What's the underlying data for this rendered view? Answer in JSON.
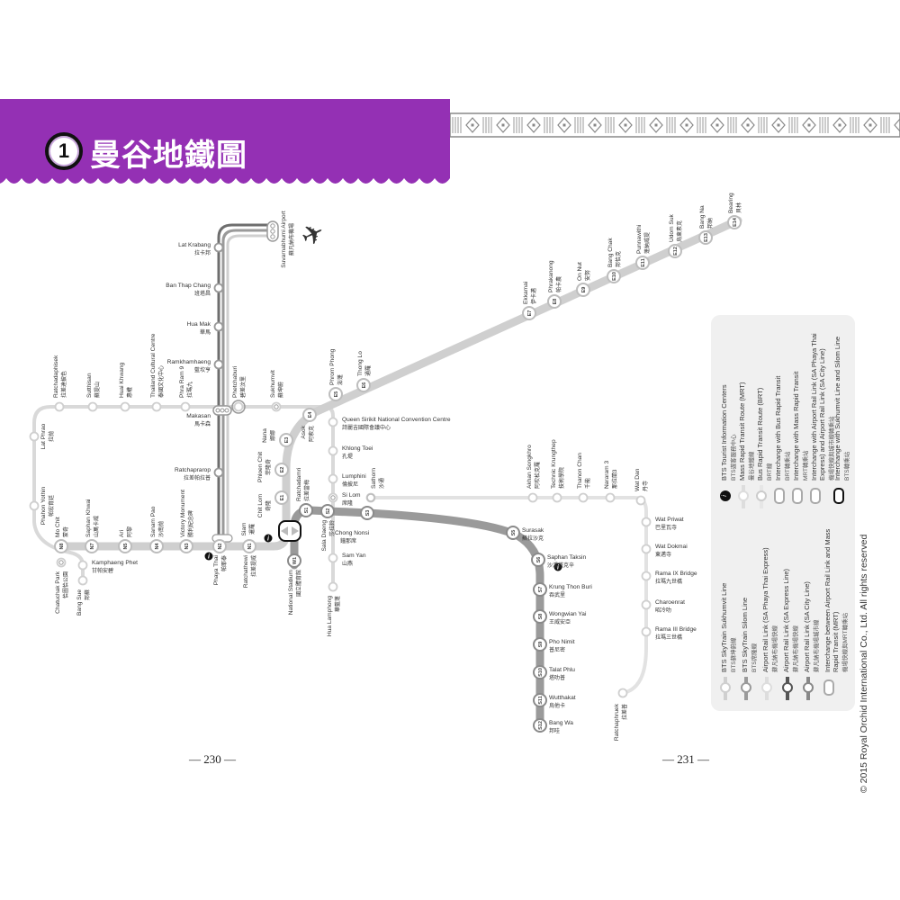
{
  "header": {
    "chapter_number": "1",
    "title": "曼谷地鐵圖",
    "accent_color": "#9430b4"
  },
  "pages": {
    "left": "— 230 —",
    "right": "— 231 —"
  },
  "lines": {
    "sukhumvit": {
      "color": "#cfcfcf",
      "stations": [
        {
          "id": "mo_chit",
          "code": "N8",
          "en": "Mo Chit",
          "zh": "蒙奇"
        },
        {
          "id": "saphan_khwai",
          "code": "N7",
          "en": "Saphan Khwai",
          "zh": "山萬卡威"
        },
        {
          "id": "ari",
          "code": "N5",
          "en": "Ari",
          "zh": "阿黎"
        },
        {
          "id": "sanam_pao",
          "code": "N4",
          "en": "Sanam Pao",
          "zh": "沙南抛"
        },
        {
          "id": "victory_monument",
          "code": "N3",
          "en": "Victory Monument",
          "zh": "勝利紀念碑"
        },
        {
          "id": "phaya_thai",
          "code": "N2",
          "en": "Phaya Thai",
          "zh": "帕耶泰"
        },
        {
          "id": "ratchathewi",
          "code": "N1",
          "en": "Ratchathewi",
          "zh": "拉差提威"
        },
        {
          "id": "siam",
          "code": "",
          "en": "Siam",
          "zh": "暹羅"
        },
        {
          "id": "chit_lom",
          "code": "E1",
          "en": "Chit Lom",
          "zh": "奇隆"
        },
        {
          "id": "phloen_chit",
          "code": "E2",
          "en": "Phloen Chit",
          "zh": "菲隆奇"
        },
        {
          "id": "nana",
          "code": "E3",
          "en": "Nana",
          "zh": "娜娜"
        },
        {
          "id": "asok",
          "code": "E4",
          "en": "Asok",
          "zh": "阿索克"
        },
        {
          "id": "phrom_phong",
          "code": "E5",
          "en": "Phrom Phong",
          "zh": "澎蓬"
        },
        {
          "id": "thong_lo",
          "code": "E6",
          "en": "Thong Lo",
          "zh": "通羅"
        },
        {
          "id": "ekkamai",
          "code": "E7",
          "en": "Ekkamai",
          "zh": "伊卡邁"
        },
        {
          "id": "phra_khanong",
          "code": "E8",
          "en": "Phrakanong",
          "zh": "帕卡農"
        },
        {
          "id": "on_nut",
          "code": "E9",
          "en": "On Nut",
          "zh": "安努"
        },
        {
          "id": "bang_chak",
          "code": "E10",
          "en": "Bang Chak",
          "zh": "邦恰克"
        },
        {
          "id": "punnawithi",
          "code": "E11",
          "en": "Punnawithi",
          "zh": "蓬納威提"
        },
        {
          "id": "udom_suk",
          "code": "E12",
          "en": "Udom Suk",
          "zh": "烏東素克"
        },
        {
          "id": "bang_na",
          "code": "E13",
          "en": "Bang Na",
          "zh": "邦納"
        },
        {
          "id": "bearing",
          "code": "E14",
          "en": "Bearing",
          "zh": "貝林"
        }
      ]
    },
    "silom": {
      "color": "#9a9a9a",
      "stations": [
        {
          "id": "national_stadium",
          "code": "W1",
          "en": "National Stadium",
          "zh": "國立體育館"
        },
        {
          "id": "ratchadamri",
          "code": "S1",
          "en": "Ratchadamri",
          "zh": "拉差當梅"
        },
        {
          "id": "sala_daeng",
          "code": "S2",
          "en": "Sala Daeng",
          "zh": "莎拉鈴"
        },
        {
          "id": "chong_nonsi",
          "code": "S3",
          "en": "Chong Nonsi",
          "zh": "鐘那席"
        },
        {
          "id": "surasak",
          "code": "S5",
          "en": "Surasak",
          "zh": "蘇拉沙克"
        },
        {
          "id": "saphan_taksin",
          "code": "S6",
          "en": "Saphan Taksin",
          "zh": "沙潘塔克辛"
        },
        {
          "id": "krung_thon_buri",
          "code": "S7",
          "en": "Krung Thon Buri",
          "zh": "吞武里"
        },
        {
          "id": "wongwian_yai",
          "code": "S8",
          "en": "Wongwian Yai",
          "zh": "王威安亞"
        },
        {
          "id": "pho_nimit",
          "code": "S9",
          "en": "Pho Nimit",
          "zh": "普尼密"
        },
        {
          "id": "talat_phlu",
          "code": "S10",
          "en": "Talat Phlu",
          "zh": "塔叻普"
        },
        {
          "id": "wutthakat",
          "code": "S11",
          "en": "Wutthakat",
          "zh": "烏他卡"
        },
        {
          "id": "bang_wa",
          "code": "S12",
          "en": "Bang Wa",
          "zh": "邦哇"
        }
      ]
    },
    "mrt": {
      "color": "#d9d9d9",
      "stations": [
        {
          "id": "bang_sue",
          "en": "Bang Sue",
          "zh": "邦蘇"
        },
        {
          "id": "kamphaeng_phet",
          "en": "Kamphaeng Phet",
          "zh": "甘帕安碧"
        },
        {
          "id": "chatuchak_park",
          "en": "Chatuchak Park",
          "zh": "恰圖恰公園"
        },
        {
          "id": "phahon_yothin",
          "en": "Phahon Yothin",
          "zh": "帕宏育廷"
        },
        {
          "id": "lat_phrao",
          "en": "Lat Phrao",
          "zh": "拉抛"
        },
        {
          "id": "ratchadaphisek",
          "en": "Ratchadaphisek",
          "zh": "拉差達披色"
        },
        {
          "id": "sutthisan",
          "en": "Sutthisan",
          "zh": "蘇提山"
        },
        {
          "id": "huai_khwang",
          "en": "Huai Khwang",
          "zh": "惠權"
        },
        {
          "id": "thailand_cultural_centre",
          "en": "Thailand Cultural Centre",
          "zh": "泰國文化中心"
        },
        {
          "id": "phra_ram_9",
          "en": "Phra Ram 9",
          "zh": "拉瑪九"
        },
        {
          "id": "phetchaburi",
          "en": "Phetchaburi",
          "zh": "碧差汶里"
        },
        {
          "id": "sukhumvit",
          "en": "Sukhumvit",
          "zh": "蘇坤蔚"
        },
        {
          "id": "qsncc",
          "en": "Queen Sirikit National Convention Centre",
          "zh": "詩麗吉國際會議中心"
        },
        {
          "id": "khlong_toei",
          "en": "Khlong Toei",
          "zh": "孔堤"
        },
        {
          "id": "lumphini",
          "en": "Lumphini",
          "zh": "倫披尼"
        },
        {
          "id": "si_lom",
          "en": "Si Lom",
          "zh": "席隆"
        },
        {
          "id": "sam_yan",
          "en": "Sam Yan",
          "zh": "山燕"
        },
        {
          "id": "hua_lamphong",
          "en": "Hua Lamphong",
          "zh": "華藍蓬"
        }
      ]
    },
    "airport_rail_link": {
      "colors": [
        "#6e6e6e",
        "#9a9a9a",
        "#cfcfcf"
      ],
      "stations": [
        {
          "id": "suvarnabhumi",
          "en": "Suvarnabhumi Airport",
          "zh": "蘇凡納布機場"
        },
        {
          "id": "lat_krabang",
          "en": "Lat Krabang",
          "zh": "拉卡邦"
        },
        {
          "id": "ban_thap_chang",
          "en": "Ban Thap Chang",
          "zh": "班塔昌"
        },
        {
          "id": "hua_mak",
          "en": "Hua Mak",
          "zh": "華馬"
        },
        {
          "id": "ramkhamhaeng",
          "en": "Ramkhamhaeng",
          "zh": "藍坎亨"
        },
        {
          "id": "makkasan",
          "en": "Makasan",
          "zh": "馬卡森"
        },
        {
          "id": "ratchaprarop",
          "en": "Ratchaprarop",
          "zh": "拉差帕拉普"
        }
      ]
    },
    "brt": {
      "color": "#e2e2e2",
      "stations": [
        {
          "id": "sathorn",
          "en": "Sathorn",
          "zh": "沙通"
        },
        {
          "id": "akhan_songkhro",
          "en": "Akhan Songkhro",
          "zh": "阿坎松克羅"
        },
        {
          "id": "technic_krungthep",
          "en": "Technic Krungthep",
          "zh": "技術學院"
        },
        {
          "id": "thanon_chan",
          "en": "Thanon Chan",
          "zh": "千能"
        },
        {
          "id": "nararam_3",
          "en": "Nararam 3",
          "zh": "那拉蘭3"
        },
        {
          "id": "wat_dan",
          "en": "Wat Dan",
          "zh": "丹寺"
        },
        {
          "id": "wat_priwat",
          "en": "Wat Priwat",
          "zh": "巴里瓦寺"
        },
        {
          "id": "wat_dokmai",
          "en": "Wat Dokmai",
          "zh": "東邁寺"
        },
        {
          "id": "rama_ix_bridge",
          "en": "Rama IX Bridge",
          "zh": "拉瑪九世橋"
        },
        {
          "id": "charoenrat",
          "en": "Charoenrat",
          "zh": "昭冷叻"
        },
        {
          "id": "rama_iii_bridge",
          "en": "Rama III Bridge",
          "zh": "拉瑪三世橋"
        },
        {
          "id": "ratchaphruek",
          "en": "Ratchaphruek",
          "zh": "拉差普"
        }
      ]
    }
  },
  "legend": {
    "left": [
      {
        "en": "BTS SkyTrain Sukhumvit Line",
        "zh": "BTS蘇坤蔚線",
        "icon": "sukhumvit-line-icon"
      },
      {
        "en": "BTS SkyTrain Silom Line",
        "zh": "BTS席隆線",
        "icon": "silom-line-icon"
      },
      {
        "en": "Airport Rail Link (SA Phaya Thai Express)",
        "zh": "蘇凡納布機場快線",
        "icon": "arl-phaya-thai-icon"
      },
      {
        "en": "Airport Rail Link (SA Express Line)",
        "zh": "蘇凡納布機場快線",
        "icon": "arl-express-icon"
      },
      {
        "en": "Airport Rail Link (SA City Line)",
        "zh": "蘇凡納布機場城市線",
        "icon": "arl-city-icon"
      },
      {
        "en": "Interchange between Airport Rail Link and Mass Rapid Transit (MRT)",
        "zh": "機場快線與MRT轉乘站",
        "icon": "arl-mrt-interchange-icon"
      }
    ],
    "right": [
      {
        "en": "BTS Tourist Information Centers",
        "zh": "BTS遊客服務中心",
        "icon": "info-icon"
      },
      {
        "en": "Mass Rapid Transit Route (MRT)",
        "zh": "曼谷地鐵線",
        "icon": "mrt-line-icon"
      },
      {
        "en": "Bus Rapid Transit Route (BRT)",
        "zh": "BRT線",
        "icon": "brt-line-icon"
      },
      {
        "en": "Interchange with Bus Rapid Transit",
        "zh": "BRT轉乘站",
        "icon": "brt-interchange-icon"
      },
      {
        "en": "Interchange with Mass Rapid Transit",
        "zh": "MRT轉乘站",
        "icon": "mrt-interchange-icon"
      },
      {
        "en": "Interchange with Airport Rail Link (SA Phaya Thai Express) and Airport Rail Link (SA City Line)",
        "zh": "機場快線與城市線轉乘站",
        "icon": "arl-interchange-icon"
      },
      {
        "en": "Interchange with Sukhumvit Line and Silom Line",
        "zh": "BTS轉乘站",
        "icon": "bts-interchange-icon"
      }
    ]
  },
  "copyright": "© 2015 Royal Orchid International Co., Ltd.  All rights reserved"
}
